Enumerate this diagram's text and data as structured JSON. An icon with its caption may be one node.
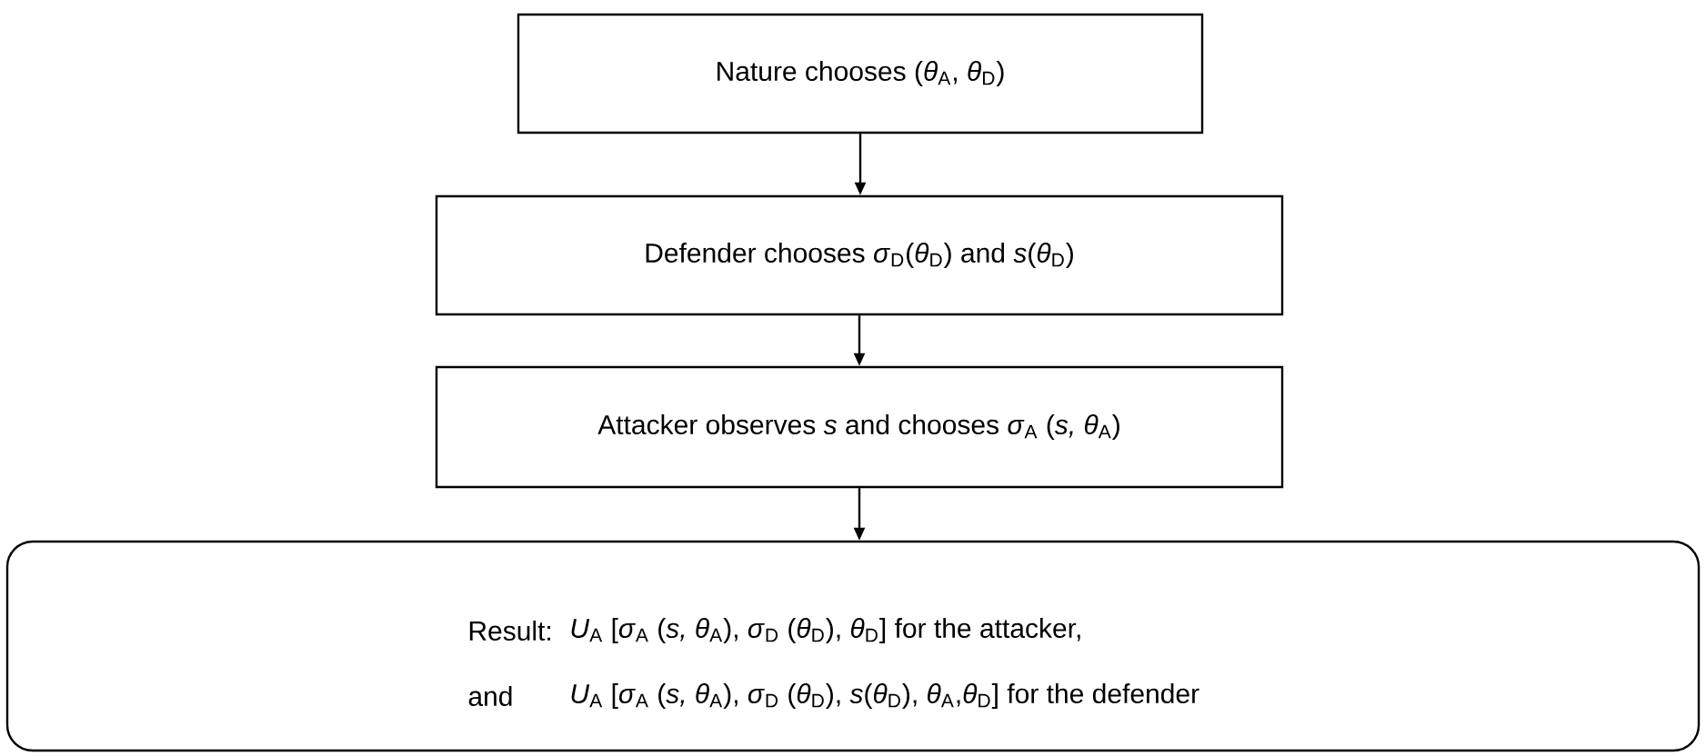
{
  "diagram": {
    "nodes": [
      {
        "text": [
          "Nature chooses (*θ*$_{A}$, *θ*$_{D}$)"
        ]
      },
      {
        "text": [
          "Defender chooses *σ*$_{D}$(*θ*$_{D}$) and *s*(*θ*$_{D}$)"
        ]
      },
      {
        "text": [
          "Attacker  observes *s* and chooses *σ*$_{A}$ (*s, θ*$_{A}$)"
        ]
      },
      {
        "text": [
          "Result:",
          "*U*$_{A}$ [*σ*$_{A}$ (*s, θ*$_{A}$), *σ*$_{D}$ (*θ*$_{D}$), *θ*$_{D}$] for the attacker,",
          "and",
          "*U*$_{A}$ [*σ*$_{A}$ (*s, θ*$_{A}$), *σ*$_{D}$ (*θ*$_{D}$), *s*(*θ*$_{D}$), *θ*$_{A}$,*θ*$_{D}$] for the defender"
        ]
      }
    ],
    "edges": [
      {
        "from": 0,
        "to": 1,
        "arrow": "to"
      },
      {
        "from": 1,
        "to": 2,
        "arrow": "to"
      },
      {
        "from": 2,
        "to": 3,
        "arrow": "to"
      }
    ]
  }
}
